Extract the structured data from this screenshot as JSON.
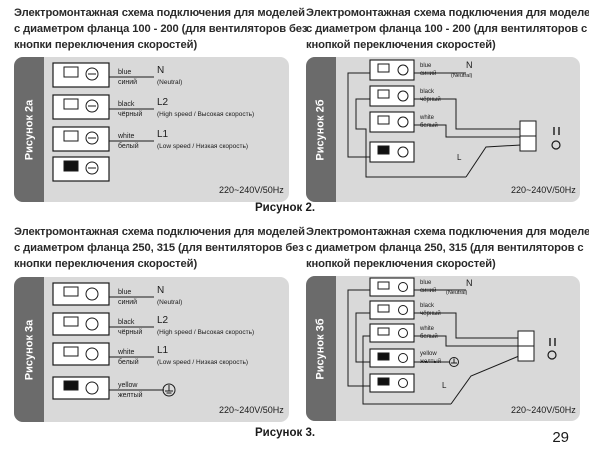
{
  "fig2": {
    "left_heading": [
      "Электромонтажная схема подключения для моделей",
      "с диаметром фланца 100 - 200 (для вентиляторов без",
      "кнопки переключения скоростей)"
    ],
    "right_heading": [
      "Электромонтажная схема подключения для моделей",
      "с диаметром фланца 100 - 200 (для вентиляторов с",
      "кнопкой переключения скоростей)"
    ],
    "caption": "Рисунок 2."
  },
  "fig3": {
    "left_heading": [
      "Электромонтажная схема подключения для моделей",
      "с диаметром фланца  250, 315 (для вентиляторов без",
      "кнопки переключения скоростей)"
    ],
    "right_heading": [
      "Электромонтажная схема подключения для моделей",
      "с диаметром фланца  250, 315 (для вентиляторов с",
      "кнопкой переключения скоростей)"
    ],
    "caption": "Рисунок 3."
  },
  "panels": {
    "p2a": {
      "tab": "Рисунок 2а",
      "wires": [
        {
          "en": "blue",
          "ru": "синий",
          "term": "N",
          "desc": "(Neutral)"
        },
        {
          "en": "black",
          "ru": "чёрный",
          "term": "L2",
          "desc": "(High speed / Высокая скорость)"
        },
        {
          "en": "white",
          "ru": "белый",
          "term": "L1",
          "desc": "(Low speed / Низкая скорость)"
        }
      ],
      "voltage": "220~240V/50Hz"
    },
    "p2b": {
      "tab": "Рисунок 2б",
      "wires": [
        {
          "en": "blue",
          "ru": "синий",
          "term": "N",
          "desc": "(Neutral)"
        },
        {
          "en": "black",
          "ru": "чёрный"
        },
        {
          "en": "white",
          "ru": "белый"
        }
      ],
      "switch_term": "L",
      "voltage": "220~240V/50Hz"
    },
    "p3a": {
      "tab": "Рисунок 3а",
      "wires": [
        {
          "en": "blue",
          "ru": "синий",
          "term": "N",
          "desc": "(Neutral)"
        },
        {
          "en": "black",
          "ru": "чёрный",
          "term": "L2",
          "desc": "(High speed / Высокая скорость)"
        },
        {
          "en": "white",
          "ru": "белый",
          "term": "L1",
          "desc": "(Low speed / Низкая скорость)"
        },
        {
          "en": "yellow",
          "ru": "желтый"
        }
      ],
      "voltage": "220~240V/50Hz"
    },
    "p3b": {
      "tab": "Рисунок 3б",
      "wires": [
        {
          "en": "blue",
          "ru": "синий",
          "term": "N",
          "desc": "(Neutral)"
        },
        {
          "en": "black",
          "ru": "чёрный"
        },
        {
          "en": "white",
          "ru": "белый"
        },
        {
          "en": "yellow",
          "ru": "желтый"
        }
      ],
      "switch_term": "L",
      "voltage": "220~240V/50Hz"
    }
  },
  "page_number": "29",
  "colors": {
    "panel_bg": "#d9d9d9",
    "tab_bg": "#6b6b6b",
    "wire": "#1a1a1a"
  }
}
